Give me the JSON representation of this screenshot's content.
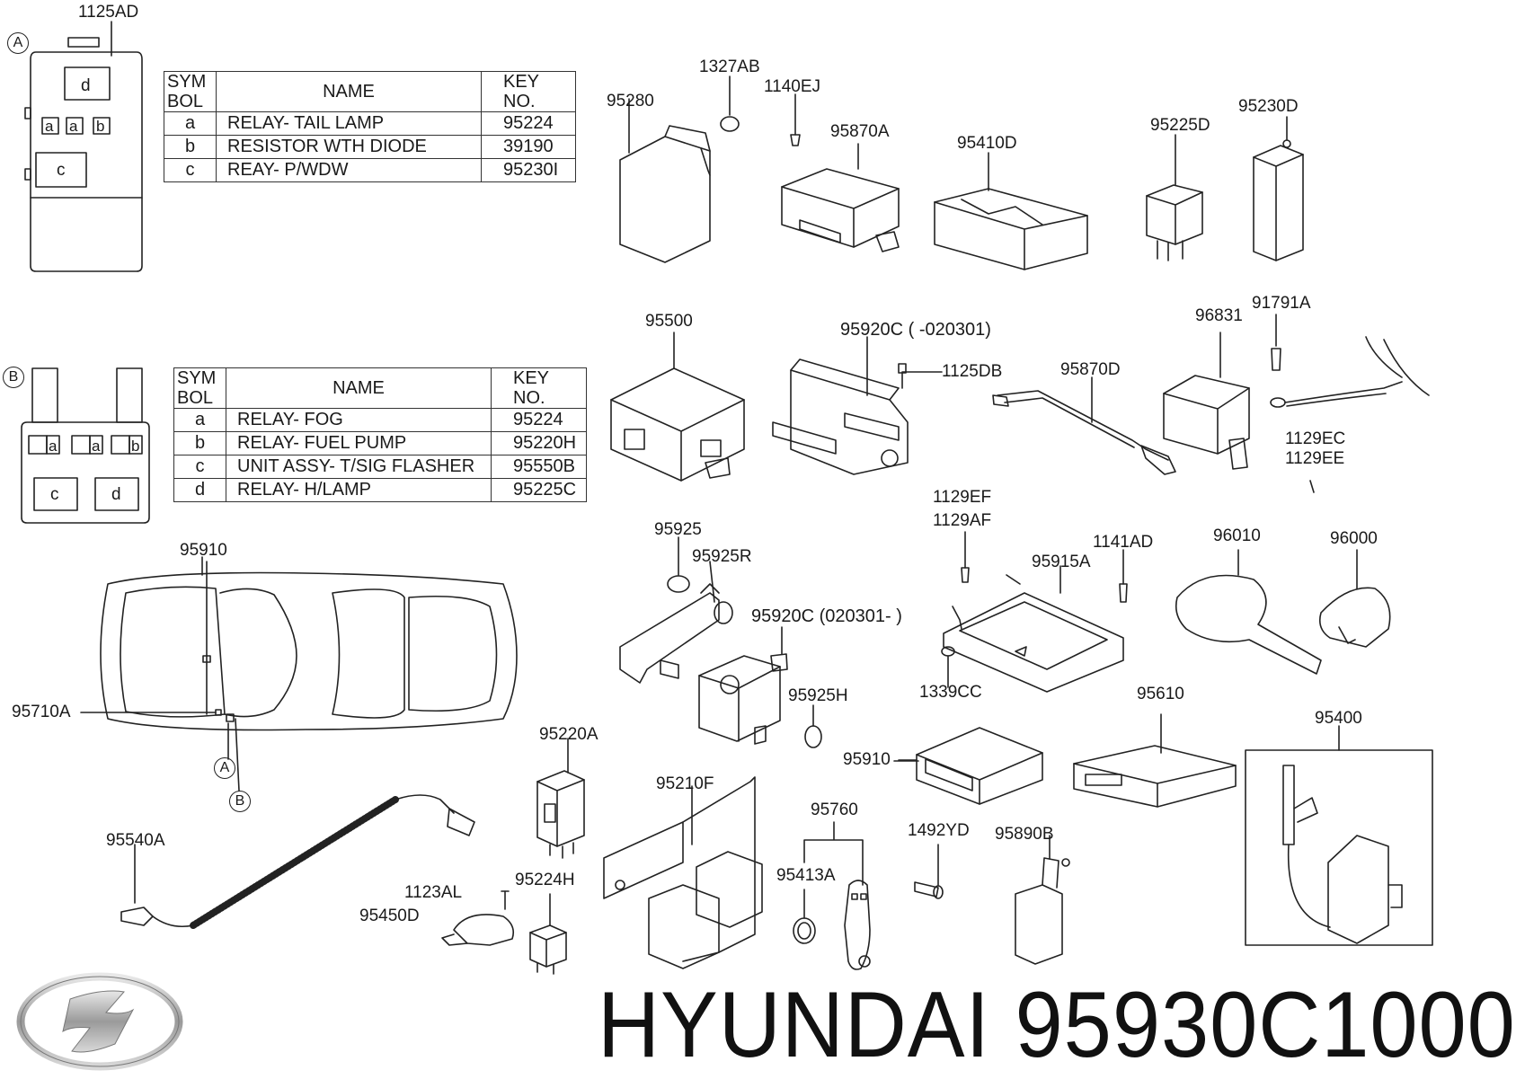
{
  "table_a": {
    "marker": "A",
    "part": "1125AD",
    "headers": {
      "sym": "SYM\nBOL",
      "name": "NAME",
      "key": "KEY\nNO."
    },
    "rows": [
      {
        "sym": "a",
        "name": "RELAY- TAIL LAMP",
        "key": "95224"
      },
      {
        "sym": "b",
        "name": "RESISTOR WTH DIODE",
        "key": "39190"
      },
      {
        "sym": "c",
        "name": "REAY- P/WDW",
        "key": "95230I"
      }
    ],
    "box_letters": [
      "d",
      "a",
      "a",
      "b",
      "c"
    ]
  },
  "table_b": {
    "marker": "B",
    "headers": {
      "sym": "SYM\nBOL",
      "name": "NAME",
      "key": "KEY\nNO."
    },
    "rows": [
      {
        "sym": "a",
        "name": "RELAY- FOG",
        "key": "95224"
      },
      {
        "sym": "b",
        "name": "RELAY- FUEL PUMP",
        "key": "95220H"
      },
      {
        "sym": "c",
        "name": "UNIT ASSY- T/SIG FLASHER",
        "key": "95550B"
      },
      {
        "sym": "d",
        "name": "RELAY- H/LAMP",
        "key": "95225C"
      }
    ],
    "box_letters": [
      "a",
      "a",
      "b",
      "c",
      "d"
    ]
  },
  "labels": {
    "l95280": "95280",
    "l1327AB": "1327AB",
    "l1140EJ": "1140EJ",
    "l95870A": "95870A",
    "l95410D": "95410D",
    "l95225D": "95225D",
    "l95230D": "95230D",
    "l95500": "95500",
    "l95920C_a": "95920C ( -020301)",
    "l1125DB": "1125DB",
    "l95870D": "95870D",
    "l96831": "96831",
    "l91791A": "91791A",
    "l1129EC": "1129EC",
    "l1129EE": "1129EE",
    "l95925": "95925",
    "l95925R": "95925R",
    "l95920C_b": "95920C (020301- )",
    "l1129EF": "1129EF",
    "l1129AF": "1129AF",
    "l95915A": "95915A",
    "l1141AD": "1141AD",
    "l96010": "96010",
    "l96000": "96000",
    "l95910_top": "95910",
    "l95710A": "95710A",
    "l95925H": "95925H",
    "l1339CC": "1339CC",
    "l95610": "95610",
    "l95400": "95400",
    "l95910_mid": "95910",
    "l95220A": "95220A",
    "l95210F": "95210F",
    "l95760": "95760",
    "l1492YD": "1492YD",
    "l95890B": "95890B",
    "l95413A": "95413A",
    "l95540A": "95540A",
    "l1123AL": "1123AL",
    "l95224H": "95224H",
    "l95450D": "95450D"
  },
  "markers": {
    "a": "A",
    "b": "B"
  },
  "footer": {
    "brand_text": "HYUNDAI 95930C1000",
    "logo": "hyundai-logo"
  }
}
